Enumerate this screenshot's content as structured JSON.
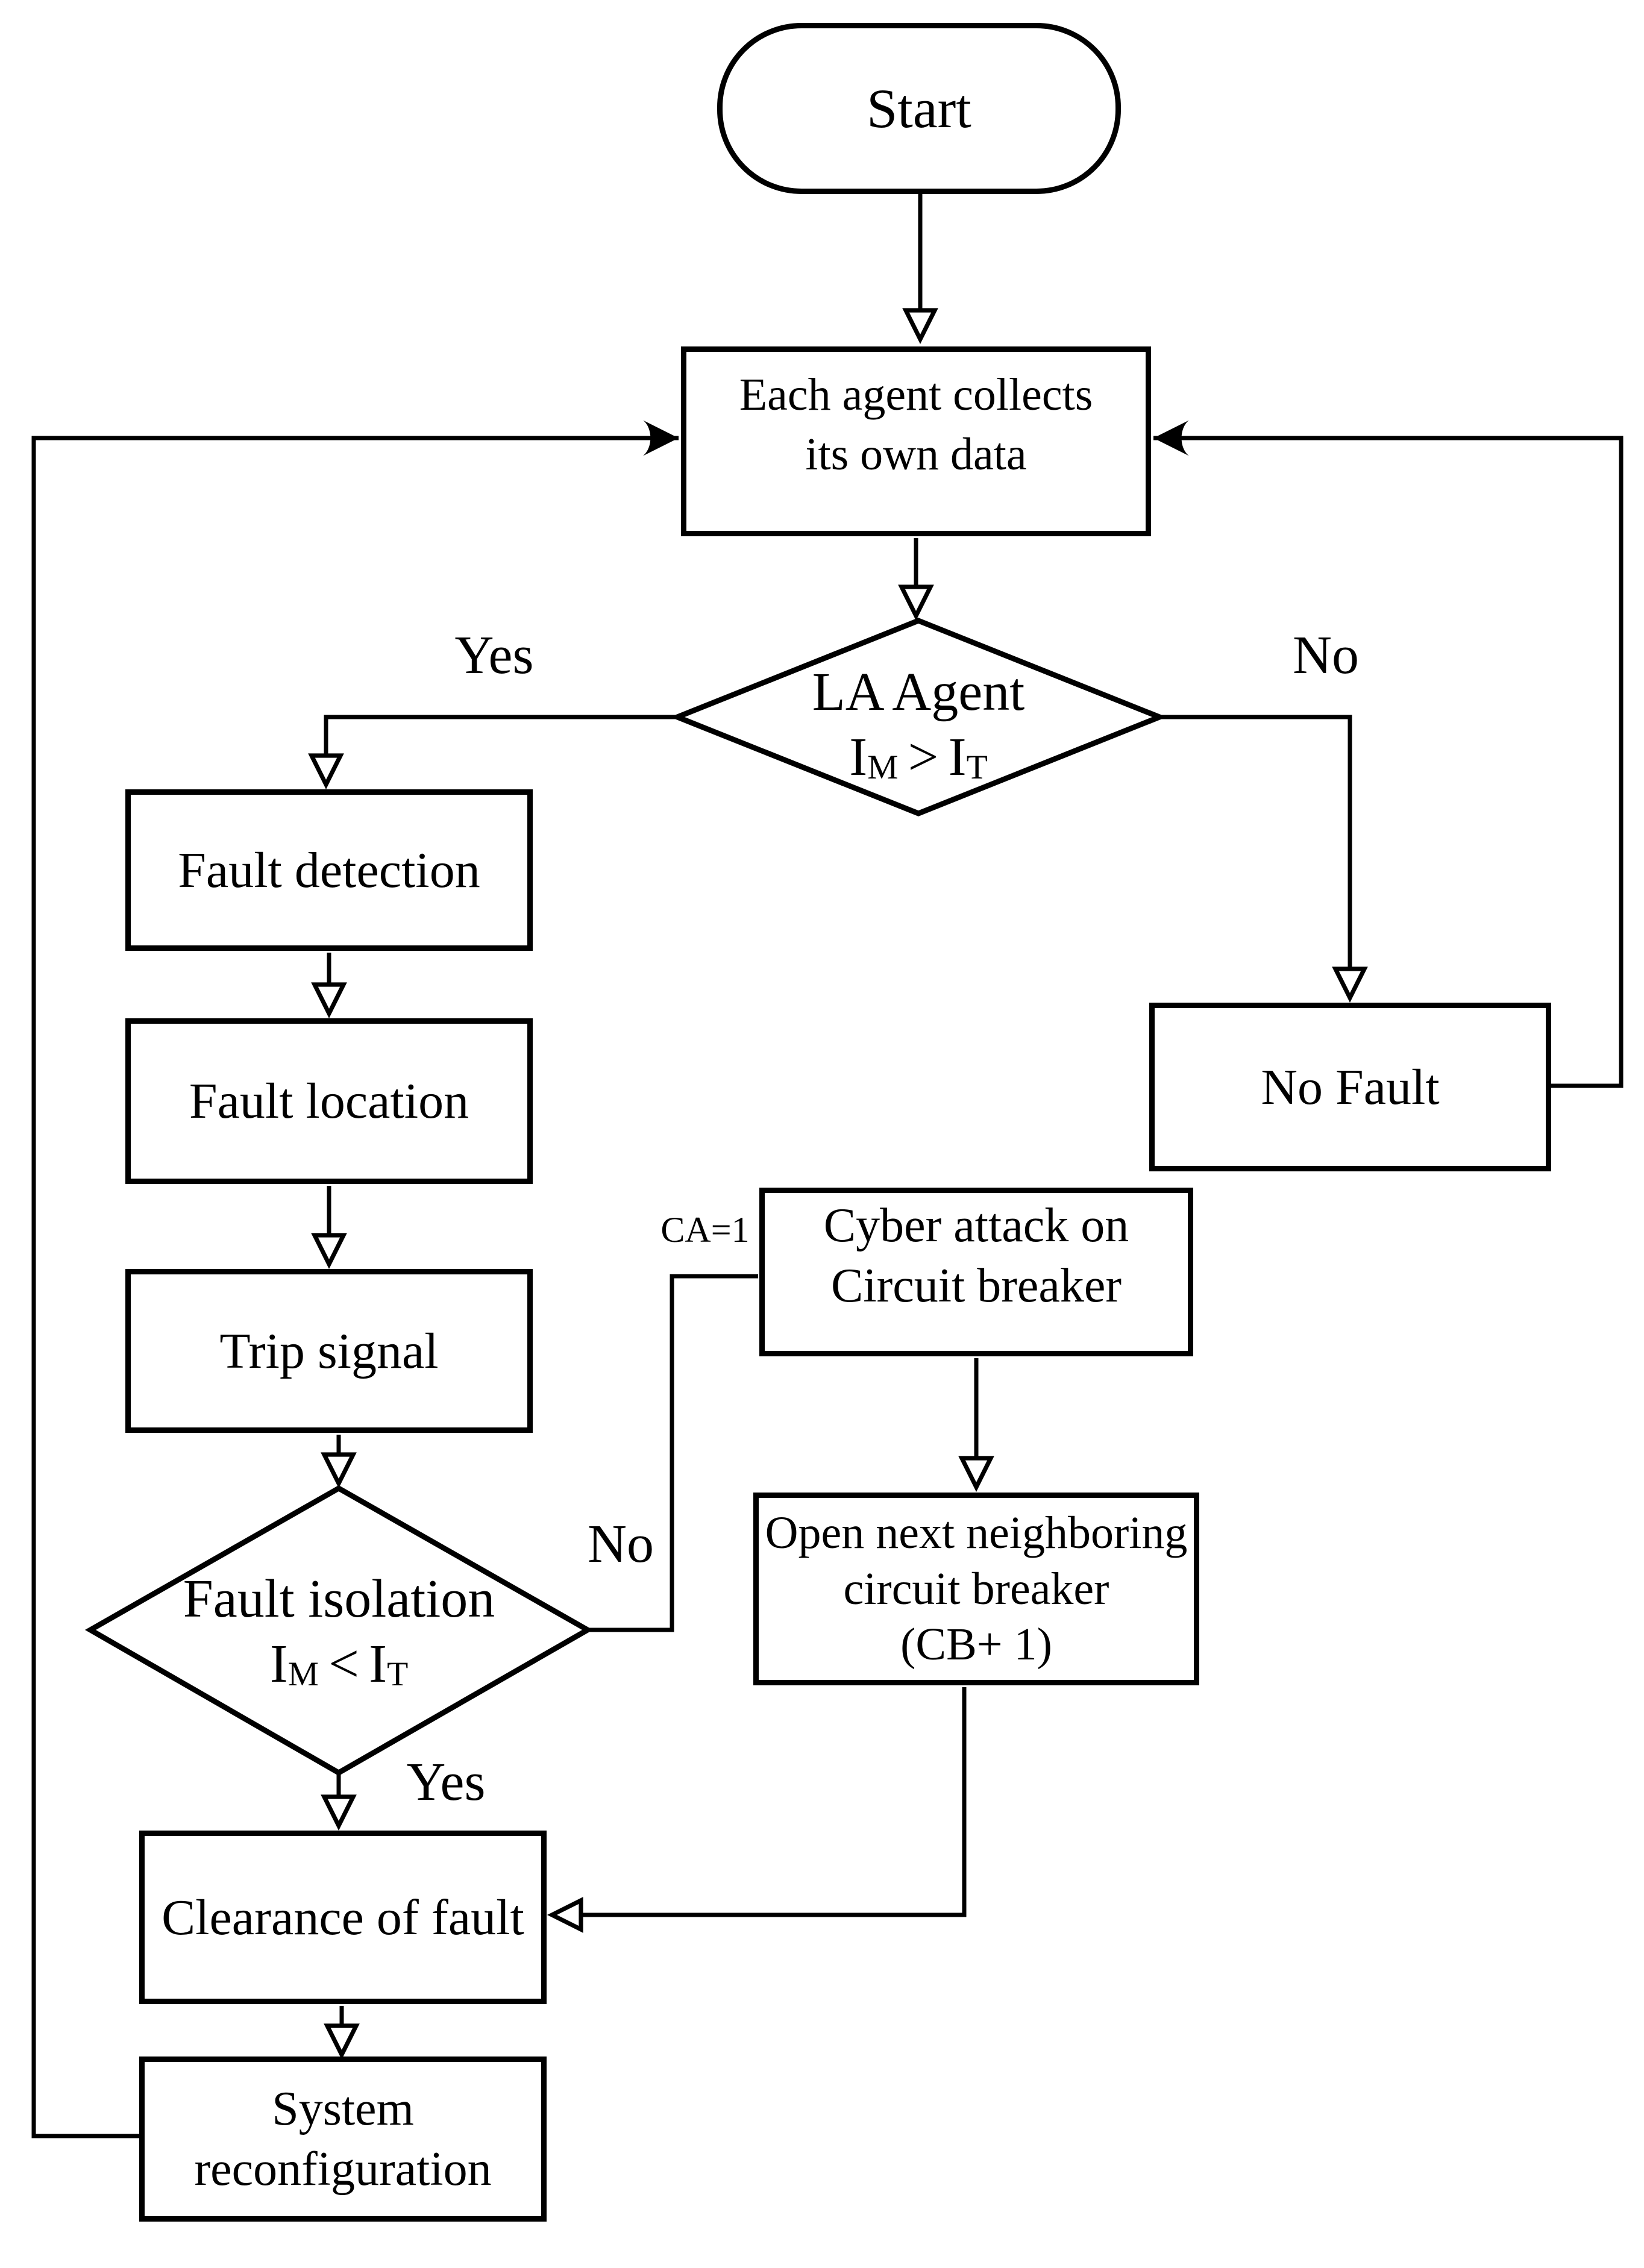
{
  "flowchart": {
    "colors": {
      "stroke": "#000000",
      "node_fill": "#ffffff",
      "background": "#ffffff"
    },
    "nodes": {
      "start": {
        "label": "Start"
      },
      "collect_data": {
        "lines": [
          "Each agent collects",
          "its own data"
        ]
      },
      "la_agent_decision": {
        "title": "LA Agent",
        "condition": {
          "base_a": "I",
          "sub_a": "M",
          "operator": ">",
          "base_b": "I",
          "sub_b": "T"
        }
      },
      "fault_detection": {
        "label": "Fault detection"
      },
      "fault_location": {
        "label": "Fault location"
      },
      "trip_signal": {
        "label": "Trip signal"
      },
      "no_fault": {
        "label": "No Fault"
      },
      "cyber_attack": {
        "lines": [
          "Cyber attack on",
          "Circuit breaker"
        ]
      },
      "open_breaker": {
        "lines": [
          "Open next neighboring",
          "circuit breaker",
          "(CB+ 1)"
        ]
      },
      "fault_isolation_decision": {
        "title": "Fault isolation",
        "condition": {
          "base_a": "I",
          "sub_a": "M",
          "operator": "<",
          "base_b": "I",
          "sub_b": "T"
        }
      },
      "clearance": {
        "label": "Clearance of fault"
      },
      "system_reconfiguration": {
        "lines": [
          "System",
          "reconfiguration"
        ]
      }
    },
    "edge_labels": {
      "la_yes": "Yes",
      "la_no": "No",
      "isolation_no": "No",
      "isolation_yes": "Yes",
      "cyber_condition": "CA=1"
    }
  }
}
